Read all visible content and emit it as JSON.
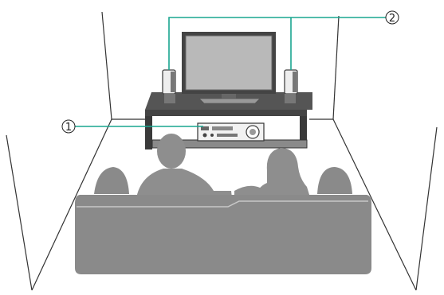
{
  "callouts": [
    {
      "number": "1",
      "target": "av-receiver"
    },
    {
      "number": "2",
      "target": "front-speakers"
    }
  ],
  "colors": {
    "leader_line": "#19a58f",
    "wall_line": "#333333",
    "silhouette": "#8e8e8e",
    "sofa": "#8a8a8a",
    "rack_top": "#555555",
    "tv_screen": "#b9b9b9"
  }
}
